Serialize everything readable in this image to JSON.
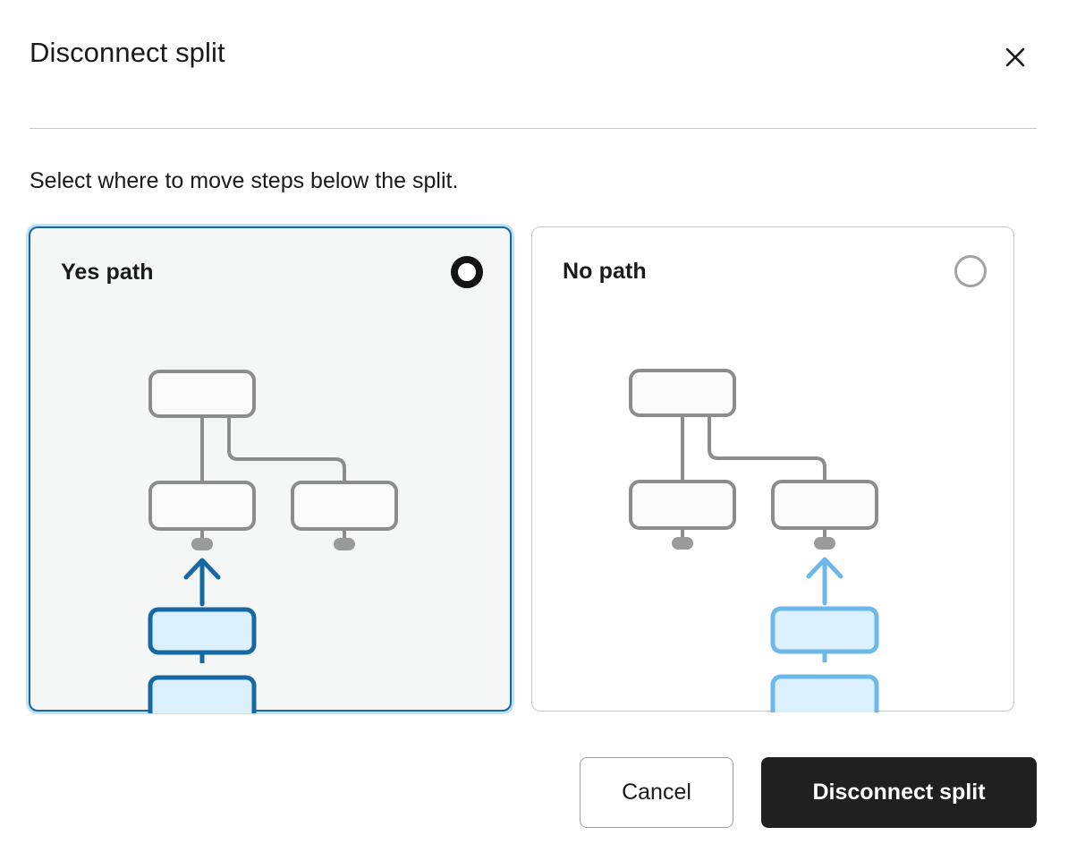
{
  "dialog": {
    "title": "Disconnect split",
    "close_icon": "close-icon",
    "instruction": "Select where to move steps below the split."
  },
  "options": [
    {
      "id": "yes-path",
      "label": "Yes path",
      "selected": true,
      "radio_icon": "radio-selected-icon",
      "diagram": {
        "branch_boxes": 3,
        "moved_boxes": 2,
        "arrow_icon": "arrow-up-icon",
        "target_branch": "left",
        "accent_color": "#1668a5",
        "moved_fill": "#dbf0fc",
        "outline_color": "#8c8c8c",
        "box_fill": "#fafafa"
      }
    },
    {
      "id": "no-path",
      "label": "No path",
      "selected": false,
      "radio_icon": "radio-unselected-icon",
      "diagram": {
        "branch_boxes": 3,
        "moved_boxes": 2,
        "arrow_icon": "arrow-up-icon",
        "target_branch": "right",
        "accent_color": "#6cb8ea",
        "moved_fill": "#dbf0fc",
        "outline_color": "#8c8c8c",
        "box_fill": "#fafafa"
      }
    }
  ],
  "footer": {
    "cancel_label": "Cancel",
    "confirm_label": "Disconnect split"
  },
  "colors": {
    "primary_button_bg": "#202020",
    "selected_border": "#1668a5",
    "focus_ring": "#bfe0f5",
    "divider": "#c9c9c9",
    "text": "#1a1a1a"
  }
}
